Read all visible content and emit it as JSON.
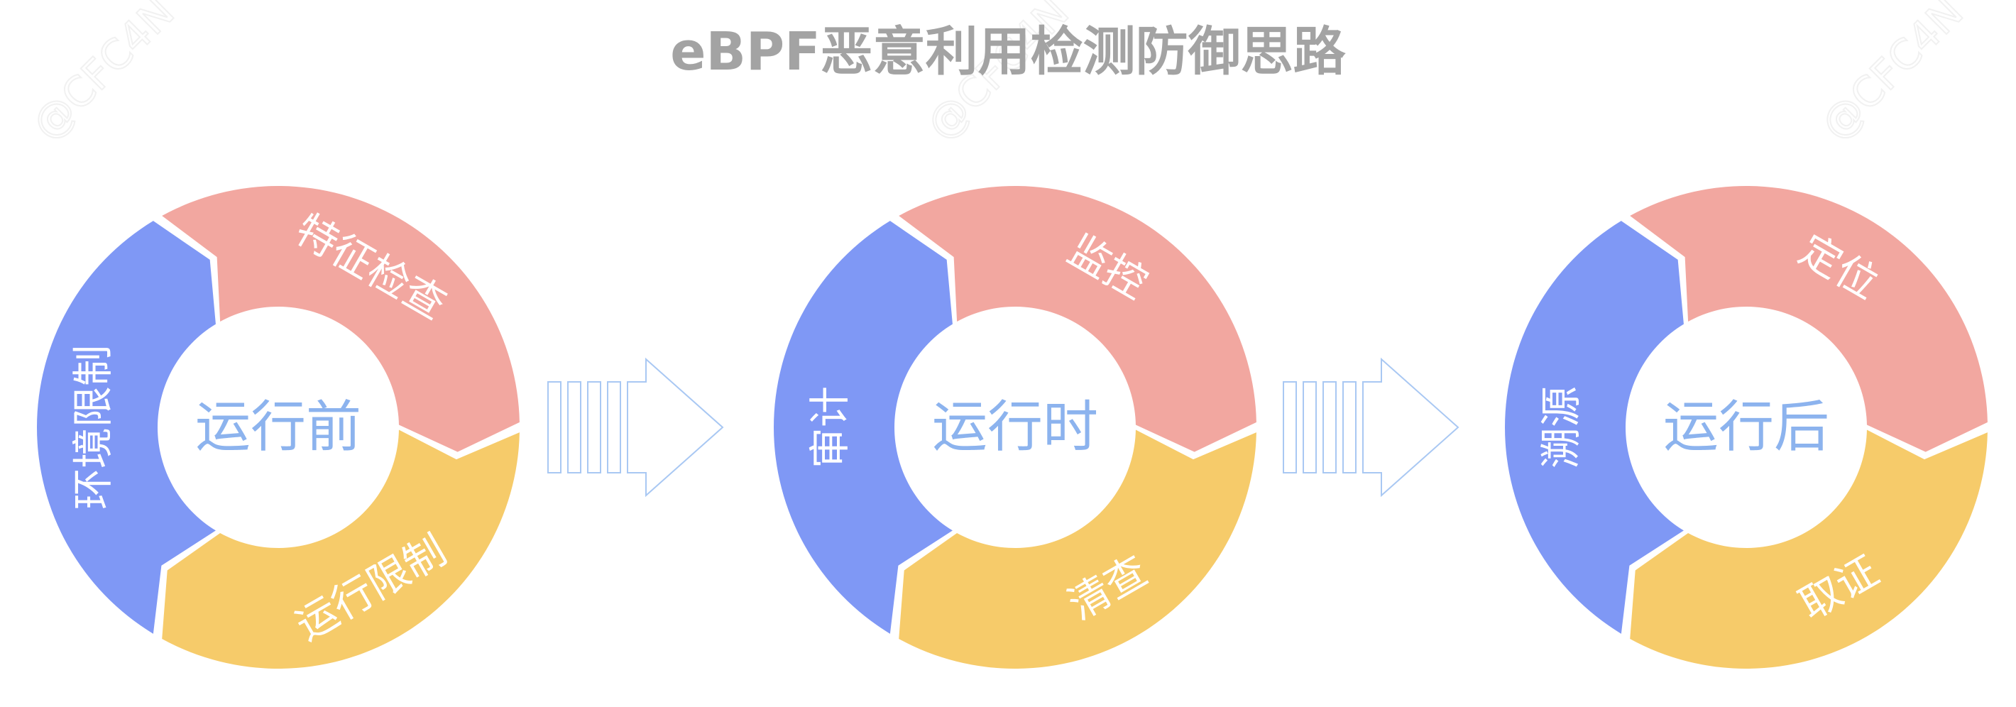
{
  "title": "eBPF恶意利用检测防御思路",
  "watermark": "@CFC4N",
  "colors": {
    "pink": "#f2a7a0",
    "yellow": "#f6cb6a",
    "blue": "#7f98f5",
    "center_text": "#8cb3ee",
    "arrow_stroke": "#a9c8f3",
    "title": "#a3a3a3"
  },
  "cycles": [
    {
      "center": "运行前",
      "segments": {
        "pink": "特征检查",
        "yellow": "运行限制",
        "blue": "环境限制"
      }
    },
    {
      "center": "运行时",
      "segments": {
        "pink": "监控",
        "yellow": "清查",
        "blue": "审计"
      }
    },
    {
      "center": "运行后",
      "segments": {
        "pink": "定位",
        "yellow": "取证",
        "blue": "溯源"
      }
    }
  ]
}
